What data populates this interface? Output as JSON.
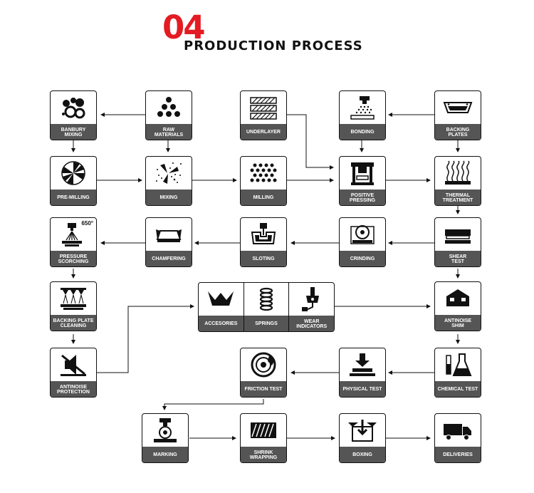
{
  "title": {
    "number": "04",
    "text": "PRODUCTION PROCESS"
  },
  "colors": {
    "accent": "#e31b23",
    "label_bg": "#555555",
    "line": "#111111"
  },
  "steps": {
    "banbury_mixing": "BANBURY\nMIXING",
    "raw_materials": "RAW\nMATERIALS",
    "underlayer": "UNDERLAYER",
    "bonding": "BONDING",
    "backing_plates": "BACKING\nPLATES",
    "pre_milling": "PRE-MILLING",
    "mixing": "MIXING",
    "milling": "MILLING",
    "positive_pressing": "POSITIVE\nPRESSING",
    "thermal_treatment": "THERMAL\nTREATMENT",
    "pressure_scorching": "PRESSURE\nSCORCHING",
    "pressure_scorching_temp": "650°",
    "chamfering": "CHAMFERING",
    "sloting": "SLOTING",
    "crinding": "CRINDING",
    "shear_test": "SHEAR\nTEST",
    "backing_plate_cleaning": "BACKING PLATE\nCLEANING",
    "accesories": "ACCESORIES",
    "springs": "SPRINGS",
    "wear_indicators": "WEAR\nINDICATORS",
    "antinoise_shim": "ANTINOISE\nSHIM",
    "antinoise_protection": "ANTINOISE\nPROTECTION",
    "friction_test": "FRICTION TEST",
    "physical_test": "PHYSICAL TEST",
    "chemical_test": "CHEMICAL TEST",
    "marking": "MARKING",
    "shrink_wrapping": "SHRINK\nWRAPPING",
    "boxing": "BOXING",
    "deliveries": "DELIVERIES"
  }
}
